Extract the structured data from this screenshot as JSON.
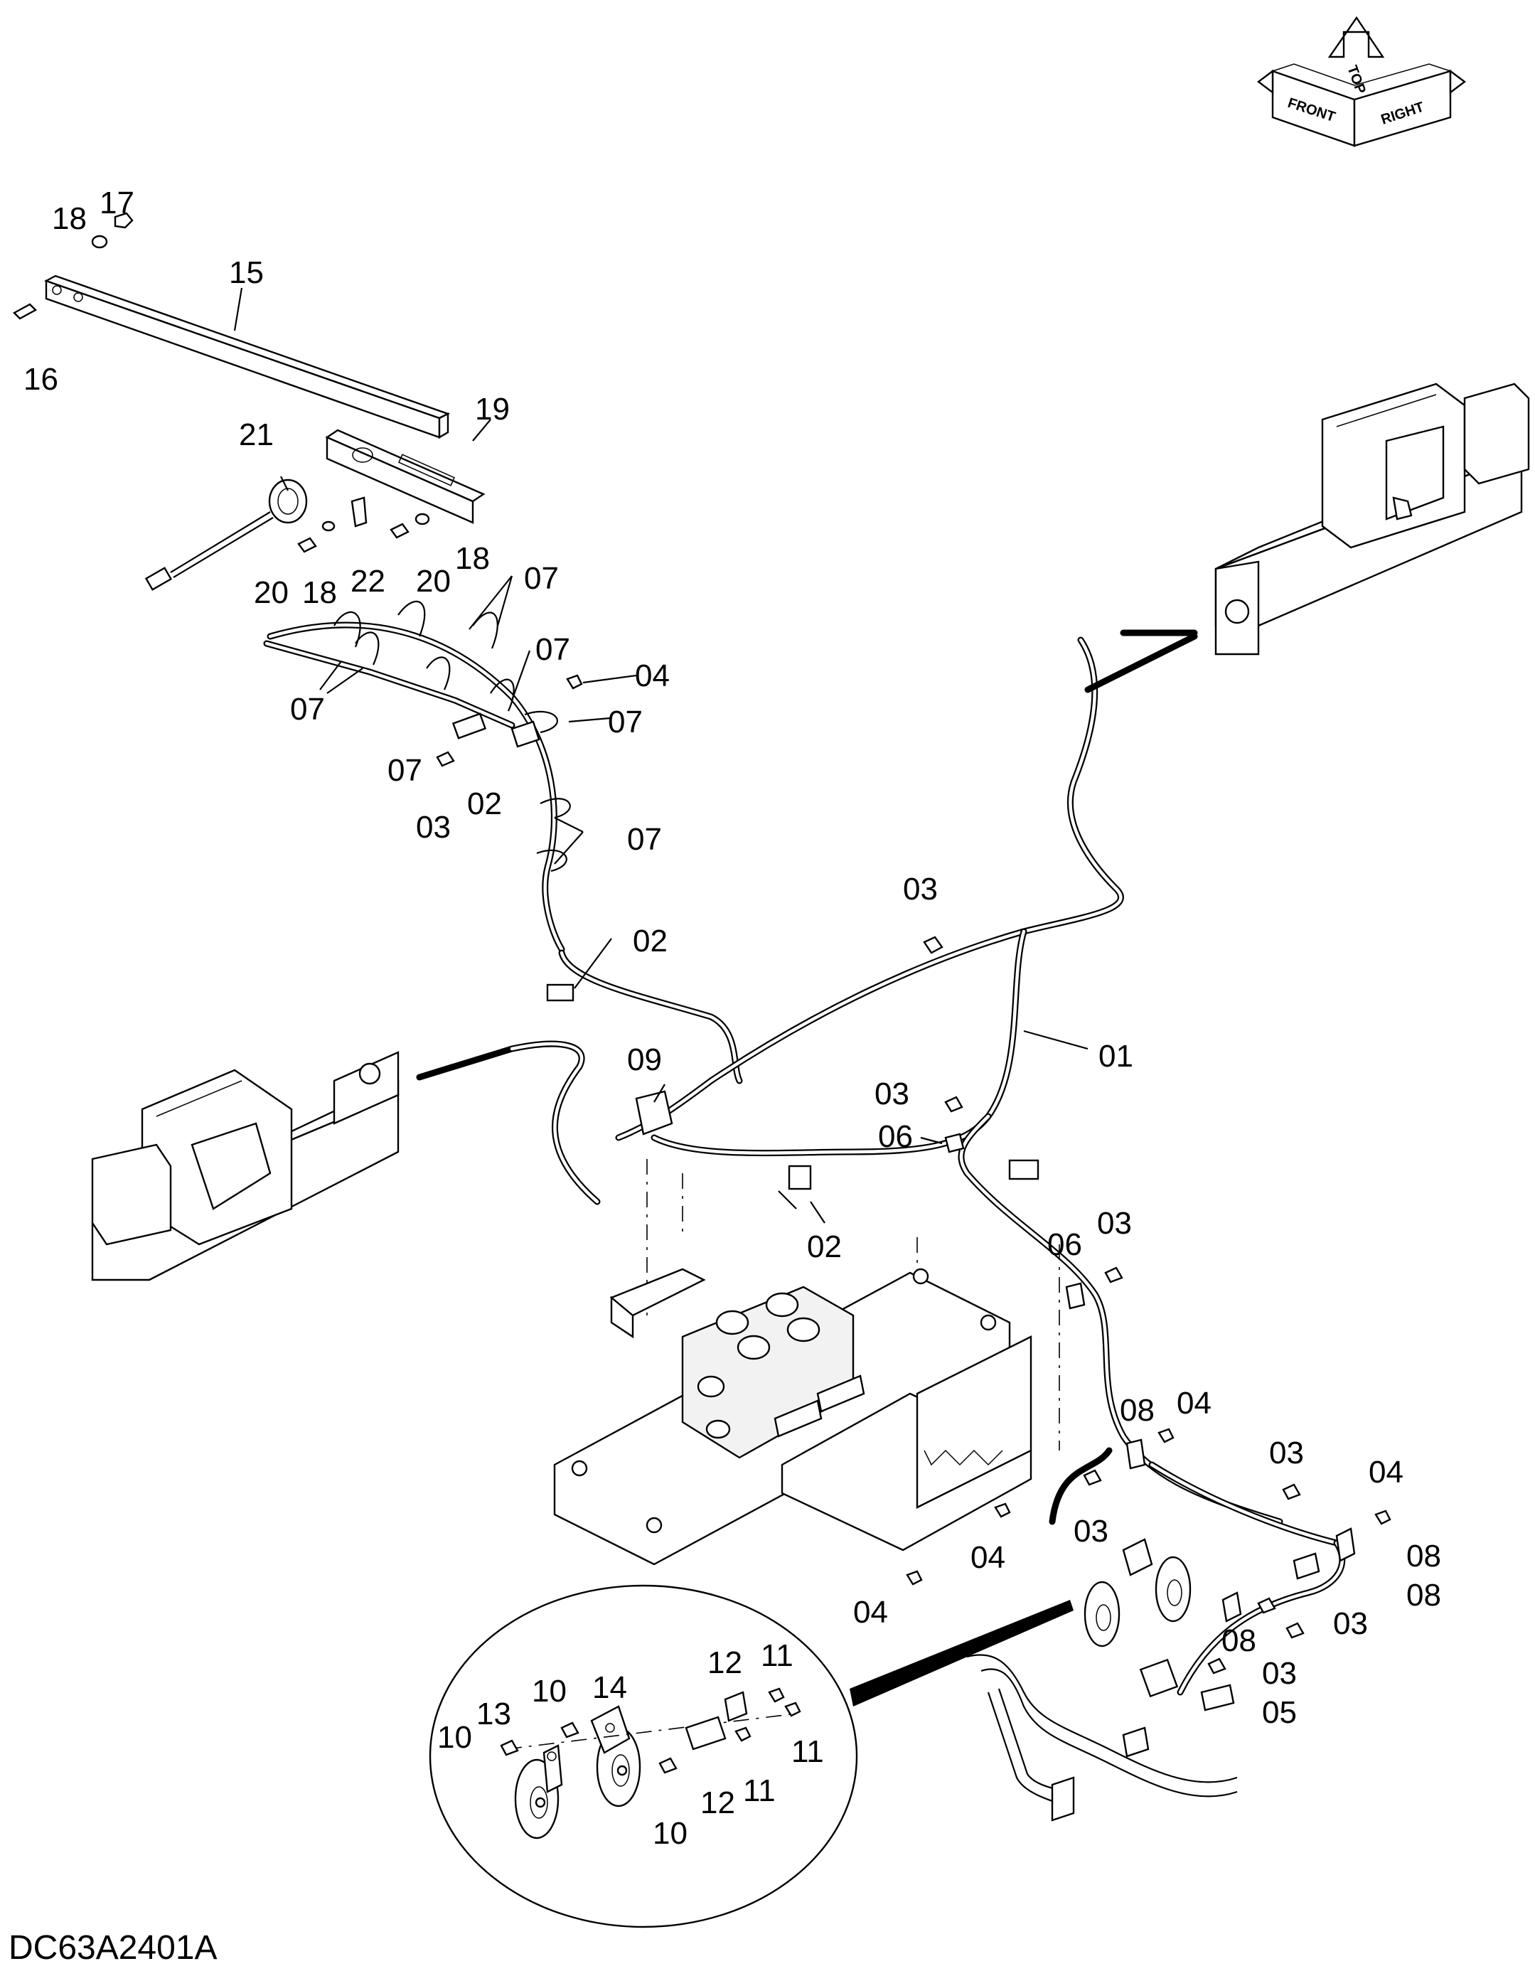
{
  "drawing_code": "DC63A2401A",
  "orientation_indicator": {
    "front": "FRONT",
    "top": "TOP",
    "right": "RIGHT"
  },
  "callouts": [
    {
      "id": "c17",
      "text": "17"
    },
    {
      "id": "c18a",
      "text": "18"
    },
    {
      "id": "c15",
      "text": "15"
    },
    {
      "id": "c16",
      "text": "16"
    },
    {
      "id": "c19",
      "text": "19"
    },
    {
      "id": "c21",
      "text": "21"
    },
    {
      "id": "c20a",
      "text": "20"
    },
    {
      "id": "c18b",
      "text": "18"
    },
    {
      "id": "c22",
      "text": "22"
    },
    {
      "id": "c20b",
      "text": "20"
    },
    {
      "id": "c18c",
      "text": "18"
    },
    {
      "id": "c07a",
      "text": "07"
    },
    {
      "id": "c07b",
      "text": "07"
    },
    {
      "id": "c07c",
      "text": "07"
    },
    {
      "id": "c04a",
      "text": "04"
    },
    {
      "id": "c07d",
      "text": "07"
    },
    {
      "id": "c07e",
      "text": "07"
    },
    {
      "id": "c02a",
      "text": "02"
    },
    {
      "id": "c03a",
      "text": "03"
    },
    {
      "id": "c07f",
      "text": "07"
    },
    {
      "id": "c03b",
      "text": "03"
    },
    {
      "id": "c02b",
      "text": "02"
    },
    {
      "id": "c01",
      "text": "01"
    },
    {
      "id": "c09",
      "text": "09"
    },
    {
      "id": "c03c",
      "text": "03"
    },
    {
      "id": "c06a",
      "text": "06"
    },
    {
      "id": "c02c",
      "text": "02"
    },
    {
      "id": "c06b",
      "text": "06"
    },
    {
      "id": "c03d",
      "text": "03"
    },
    {
      "id": "c08a",
      "text": "08"
    },
    {
      "id": "c04b",
      "text": "04"
    },
    {
      "id": "c03e",
      "text": "03"
    },
    {
      "id": "c04c",
      "text": "04"
    },
    {
      "id": "c03f",
      "text": "03"
    },
    {
      "id": "c04d",
      "text": "04"
    },
    {
      "id": "c04e",
      "text": "04"
    },
    {
      "id": "c08b",
      "text": "08"
    },
    {
      "id": "c08c",
      "text": "08"
    },
    {
      "id": "c08d",
      "text": "08"
    },
    {
      "id": "c03g",
      "text": "03"
    },
    {
      "id": "c03h",
      "text": "03"
    },
    {
      "id": "c05",
      "text": "05"
    },
    {
      "id": "c11a",
      "text": "11"
    },
    {
      "id": "c12a",
      "text": "12"
    },
    {
      "id": "c10a",
      "text": "10"
    },
    {
      "id": "c14",
      "text": "14"
    },
    {
      "id": "c13",
      "text": "13"
    },
    {
      "id": "c10b",
      "text": "10"
    },
    {
      "id": "c11b",
      "text": "11"
    },
    {
      "id": "c11c",
      "text": "11"
    },
    {
      "id": "c12b",
      "text": "12"
    },
    {
      "id": "c10c",
      "text": "10"
    }
  ]
}
